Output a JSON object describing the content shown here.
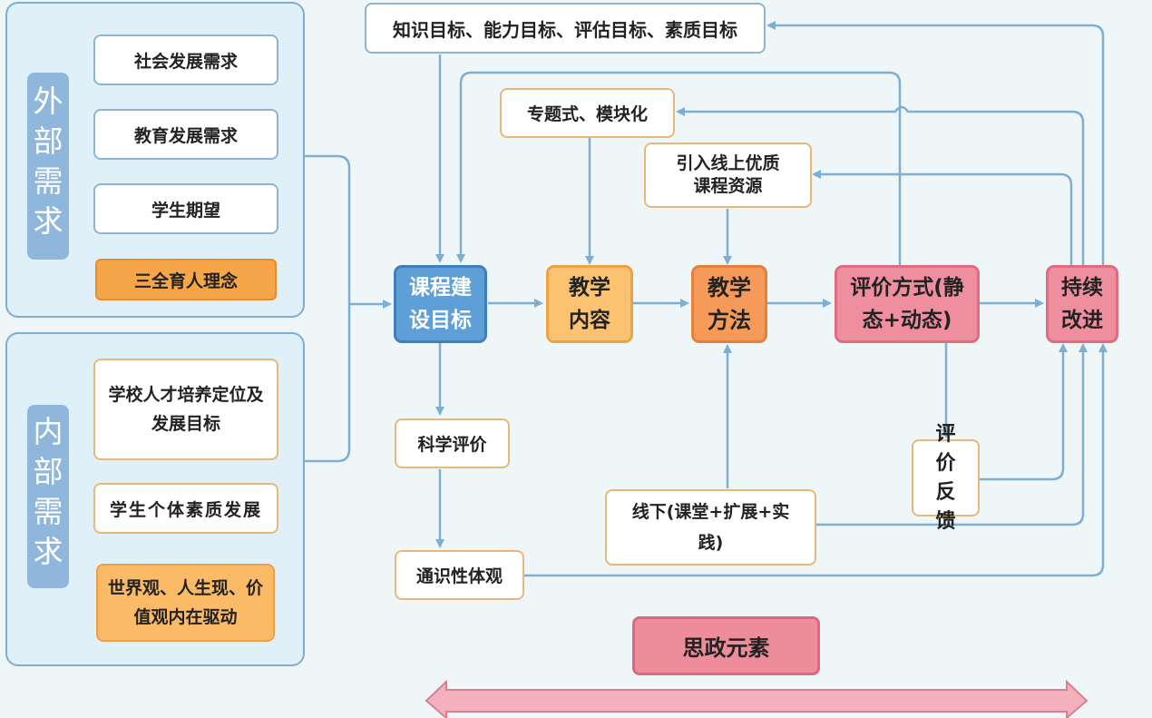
{
  "external": {
    "side_label": "外部需求",
    "items": [
      "社会发展需求",
      "教育发展需求",
      "学生期望"
    ],
    "highlight": "三全育人理念"
  },
  "internal": {
    "side_label": "内部需求",
    "items": [
      "学校人才培养定位及发展目标",
      "学生个体素质发展"
    ],
    "highlight": "世界观、人生现、价值观内在驱动"
  },
  "goals_box": "知识目标、能力目标、评估目标、素质目标",
  "modular_box": "专题式、模块化",
  "online_box": "引入线上优质课程资源",
  "main_flow": {
    "goal": "课程建设目标",
    "content": "教学内容",
    "method": "教学方法",
    "evaluation": "评价方式(静态+动态)",
    "improvement": "持续改进"
  },
  "science_eval": "科学评价",
  "general_view": "通识性体观",
  "offline": "线下(课堂+扩展+实践)",
  "feedback": "评价反馈",
  "ideology": "思政元素",
  "colors": {
    "blue": "#5f9fd8",
    "orange": "#fbc272",
    "orange_dark": "#f69a5a",
    "pink": "#ef8e9e",
    "arrow": "#7eaed2",
    "bar": "#f4b0bc"
  }
}
